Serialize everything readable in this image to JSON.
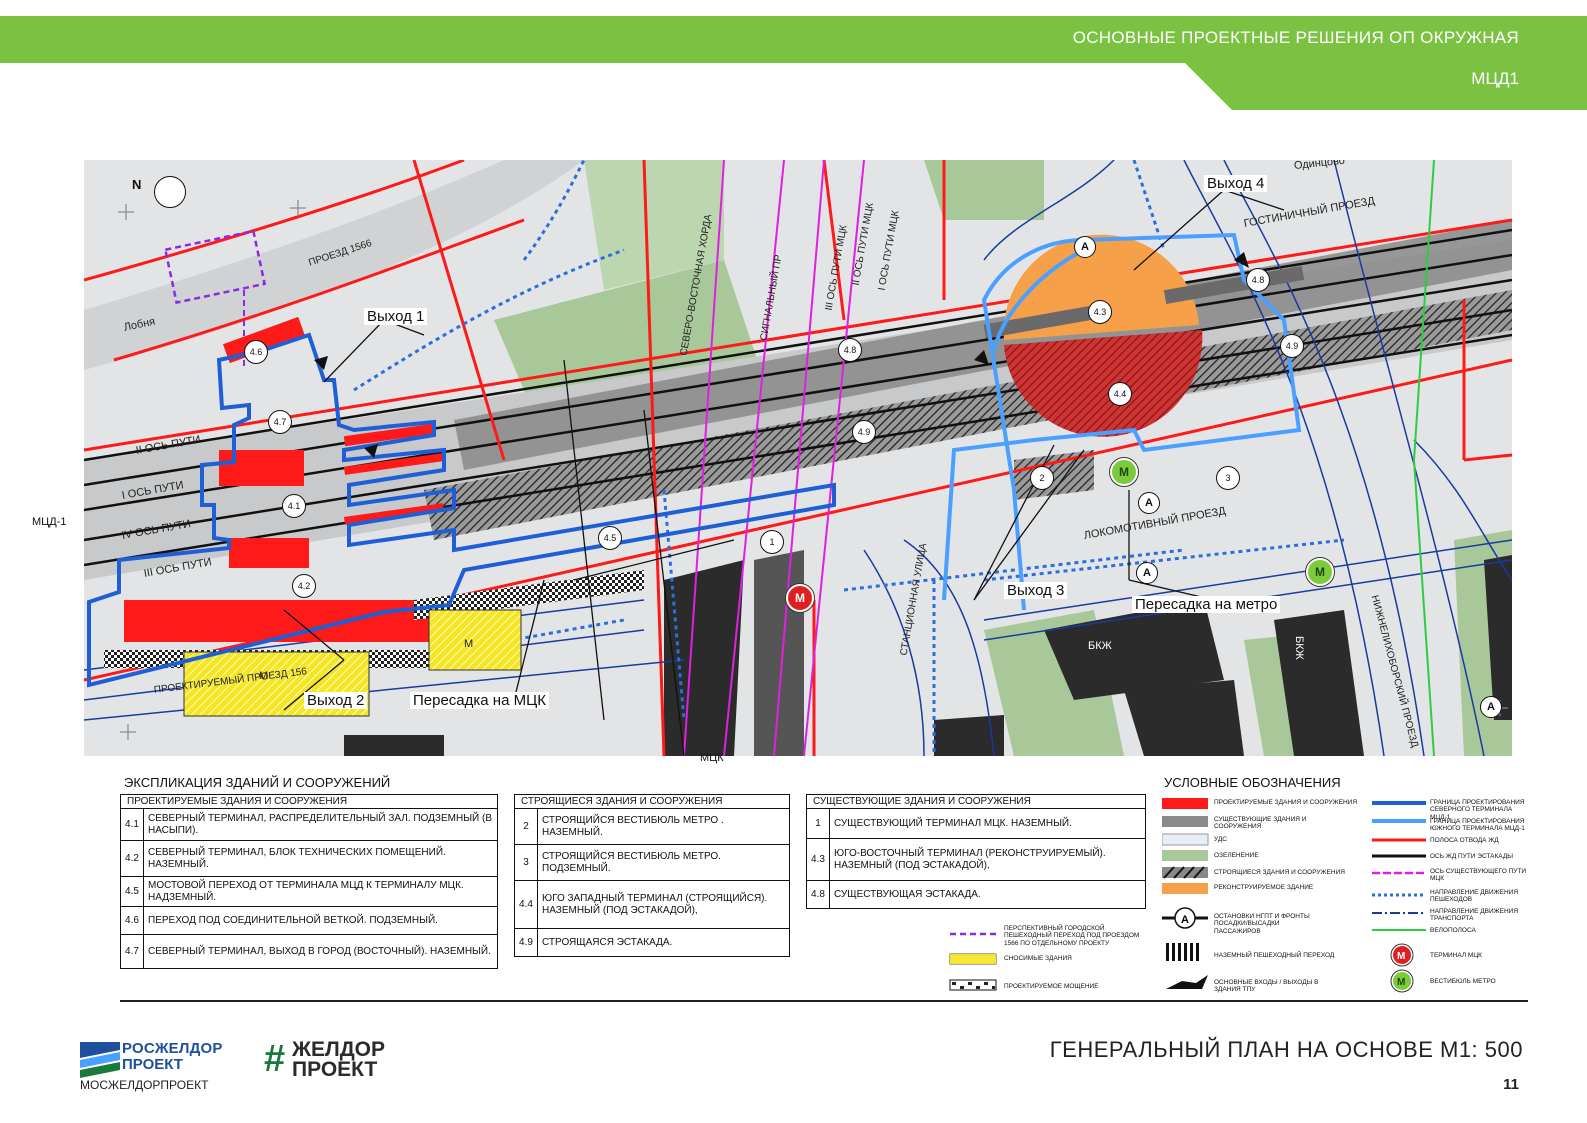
{
  "header": {
    "title": "ОСНОВНЫЕ ПРОЕКТНЫЕ РЕШЕНИЯ ОП ОКРУЖНАЯ",
    "subtitle": "МЦД1",
    "color": "#7cc242"
  },
  "map": {
    "compass_label": "N",
    "side_label": "МЦД-1",
    "bottom_label": "МЦК",
    "callouts": {
      "exit1": "Выход 1",
      "exit2": "Выход 2",
      "exit3": "Выход 3",
      "exit4": "Выход 4",
      "transfer_mck": "Пересадка на МЦК",
      "transfer_metro": "Пересадка на метро"
    },
    "streets": {
      "proezd1566": "ПРОЕЗД 1566",
      "lobnya": "Лобня",
      "odintsovo": "Одинцово",
      "track2": "II ОСЬ ПУТИ",
      "track1": "I ОСЬ ПУТИ",
      "track4": "IV ОСЬ ПУТИ",
      "track3": "III ОСЬ ПУТИ",
      "design_proezd": "ПРОЕКТИРУЕМЫЙ ПРОЕЗД 156",
      "chord": "СЕВЕРО-ВОСТОЧНАЯ ХОРДА",
      "signalny": "СИГНАЛЬНЫЙ ПР",
      "mck3": "III ОСЬ ПУТИ МЦК",
      "mck2": "II ОСЬ ПУТИ МЦК",
      "mck1": "I ОСЬ ПУТИ МЦК",
      "gostinichny": "ГОСТИНИЧНЫЙ ПРОЕЗД",
      "lokomotivny": "ЛОКОМОТИВНЫЙ ПРОЕЗД",
      "stantsionnaya": "СТАНЦИОННАЯ УЛИЦА",
      "nizhnelikhoborsky": "НИЖНЕЛИХОБОРСКИЙ ПРОЕЗД",
      "m": "М",
      "bkzh": "БКЖ"
    },
    "markers": [
      "4.6",
      "4.7",
      "4.1",
      "4.2",
      "4.5",
      "4.8",
      "4.9",
      "4.3",
      "4.4",
      "4.8",
      "4.9",
      "1",
      "2",
      "3"
    ],
    "stop_label": "А",
    "metro_label": "М"
  },
  "explication": {
    "title": "ЭКСПЛИКАЦИЯ ЗДАНИЙ И СООРУЖЕНИЙ",
    "designed": {
      "header": "ПРОЕКТИРУЕМЫЕ ЗДАНИЯ И СООРУЖЕНИЯ",
      "rows": [
        {
          "n": "4.1",
          "text": "СЕВЕРНЫЙ ТЕРМИНАЛ, РАСПРЕДЕЛИТЕЛЬНЫЙ ЗАЛ. ПОДЗЕМНЫЙ (В НАСЫПИ)."
        },
        {
          "n": "4.2",
          "text": "СЕВЕРНЫЙ ТЕРМИНАЛ, БЛОК ТЕХНИЧЕСКИХ ПОМЕЩЕНИЙ. НАЗЕМНЫЙ."
        },
        {
          "n": "4.5",
          "text": "МОСТОВОЙ ПЕРЕХОД ОТ ТЕРМИНАЛА МЦД К ТЕРМИНАЛУ МЦК. НАДЗЕМНЫЙ."
        },
        {
          "n": "4.6",
          "text": "ПЕРЕХОД ПОД СОЕДИНИТЕЛЬНОЙ ВЕТКОЙ. ПОДЗЕМНЫЙ."
        },
        {
          "n": "4.7",
          "text": "СЕВЕРНЫЙ ТЕРМИНАЛ, ВЫХОД В ГОРОД (ВОСТОЧНЫЙ). НАЗЕМНЫЙ."
        }
      ]
    },
    "under_construction": {
      "header": "СТРОЯЩИЕСЯ ЗДАНИЯ И СООРУЖЕНИЯ",
      "rows": [
        {
          "n": "2",
          "text": "СТРОЯЩИЙСЯ ВЕСТИБЮЛЬ МЕТРО . НАЗЕМНЫЙ."
        },
        {
          "n": "3",
          "text": "СТРОЯЩИЙСЯ ВЕСТИБЮЛЬ МЕТРО. ПОДЗЕМНЫЙ."
        },
        {
          "n": "4.4",
          "text": "ЮГО ЗАПАДНЫЙ ТЕРМИНАЛ (СТРОЯЩИЙСЯ). НАЗЕМНЫЙ (ПОД ЭСТАКАДОЙ),"
        },
        {
          "n": "4.9",
          "text": "СТРОЯЩАЯСЯ ЭСТАКАДА."
        }
      ]
    },
    "existing": {
      "header": "СУЩЕСТВУЮЩИЕ ЗДАНИЯ И СООРУЖЕНИЯ",
      "rows": [
        {
          "n": "1",
          "text": "СУЩЕСТВУЮЩИЙ ТЕРМИНАЛ МЦК. НАЗЕМНЫЙ."
        },
        {
          "n": "4.3",
          "text": "ЮГО-ВОСТОЧНЫЙ ТЕРМИНАЛ (РЕКОНСТРУИРУЕМЫЙ). НАЗЕМНЫЙ (ПОД ЭСТАКАДОЙ),"
        },
        {
          "n": "4.8",
          "text": "СУЩЕСТВУЮЩАЯ ЭСТАКАДА."
        }
      ]
    }
  },
  "legend": {
    "title": "УСЛОВНЫЕ ОБОЗНАЧЕНИЯ",
    "items": {
      "designed": "ПРОЕКТИРУЕМЫЕ ЗДАНИЯ И СООРУЖЕНИЯ",
      "existing": "СУЩЕСТВУЮЩИЕ ЗДАНИЯ И СООРУЖЕНИЯ",
      "uds": "УДС",
      "green": "ОЗЕЛЕНЕНИЕ",
      "building": "СТРОЯЩИЕСЯ ЗДАНИЯ И СООРУЖЕНИЯ",
      "reconstructed": "РЕКОНСТРУИРУЕМОЕ ЗДАНИЕ",
      "stops": "ОСТАНОВКИ НГПТ И ФРОНТЫ ПОСАДКИ/ВЫСАДКИ ПАССАЖИРОВ",
      "crossing": "НАЗЕМНЫЙ ПЕШЕХОДНЫЙ ПЕРЕХОД",
      "entrances": "ОСНОВНЫЕ ВХОДЫ / ВЫХОДЫ В ЗДАНИЯ ТПУ",
      "north_border": "ГРАНИЦА ПРОЕКТИРОВАНИЯ СЕВЕРНОГО ТЕРМИНАЛА МЦД-1",
      "south_border": "ГРАНИЦА ПРОЕКТИРОВАНИЯ ЮЖНОГО ТЕРМИНАЛА МЦД-1",
      "rail_strip": "ПОЛОСА ОТВОДА ЖД",
      "rail_axis": "ОСЬ ЖД ПУТИ ЭСТАКАДЫ",
      "mck_axis": "ОСЬ СУЩЕСТВУЮЩЕГО ПУТИ МЦК",
      "ped_dir": "НАПРАВЛЕНИЕ ДВИЖЕНИЯ ПЕШЕХОДОВ",
      "transport_dir": "НАПРАВЛЕНИЕ ДВИЖЕНИЯ ТРАНСПОРТА",
      "bike": "ВЕЛОПОЛОСА",
      "mck_terminal": "ТЕРМИНАЛ МЦК",
      "metro_vest": "ВЕСТИБЮЛЬ МЕТРО",
      "future_crossing": "ПЕРСПЕКТИВНЫЙ ГОРОДСКОЙ ПЕШЕХОДНЫЙ ПЕРЕХОД ПОД ПРОЕЗДОМ 1566 ПО ОТДЕЛЬНОМУ ПРОЕКТУ",
      "demolished": "СНОСИМЫЕ ЗДАНИЯ",
      "paving": "ПРОЕКТИРУЕМОЕ МОЩЕНИЕ"
    },
    "colors": {
      "designed": "#ff1a1a",
      "existing": "#8a8a8a",
      "uds": "#e8eef6",
      "green": "#a8c89a",
      "reconstructed": "#f7a04a",
      "north_border": "#1f5fd6",
      "south_border": "#4aa0ff",
      "rail_strip": "#ff1a1a",
      "mck_axis": "#e020e0",
      "ped_dir": "#2a6fe0",
      "transport_dir": "#1a3aa0",
      "bike": "#2ecc40",
      "demolished": "#f5e623",
      "future_crossing": "#8a2be2"
    }
  },
  "footer": {
    "logo1_line1": "РОСЖЕЛДОР",
    "logo1_line2": "ПРОЕКТ",
    "logo1_sub": "МОСЖЕЛДОРПРОЕКТ",
    "logo2_mark": "#",
    "logo2_line1": "ЖЕЛДОР",
    "logo2_line2": "ПРОЕКТ",
    "plan_title": "ГЕНЕРАЛЬНЫЙ ПЛАН НА ОСНОВЕ М1: 500",
    "page": "11"
  }
}
